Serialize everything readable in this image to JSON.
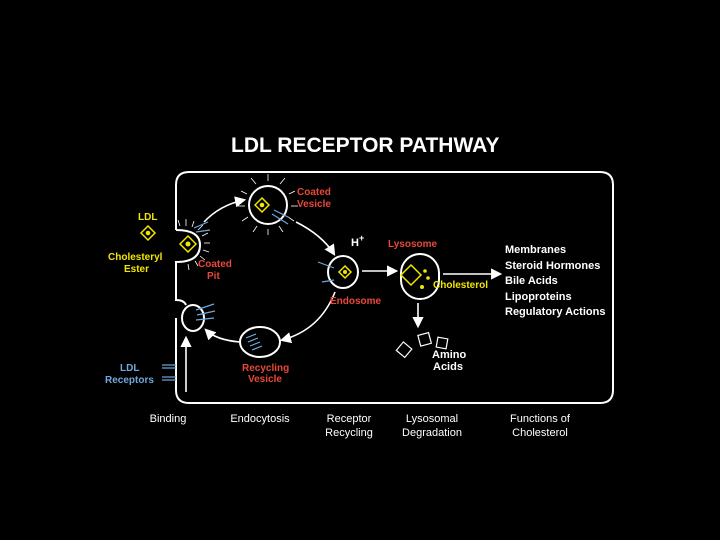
{
  "title": "LDL RECEPTOR PATHWAY",
  "labels": {
    "ldl": "LDL",
    "cholesteryl_ester_1": "Cholesteryl",
    "cholesteryl_ester_2": "Ester",
    "coated_pit_1": "Coated",
    "coated_pit_2": "Pit",
    "coated_vesicle_1": "Coated",
    "coated_vesicle_2": "Vesicle",
    "h_plus": "H",
    "h_plus_sup": "+",
    "lysosome": "Lysosome",
    "endosome": "Endosome",
    "cholesterol": "Cholesterol",
    "amino_1": "Amino",
    "amino_2": "Acids",
    "recycling_vesicle_1": "Recycling",
    "recycling_vesicle_2": "Vesicle",
    "ldl_receptors_1": "LDL",
    "ldl_receptors_2": "Receptors"
  },
  "functions": [
    "Membranes",
    "Steroid Hormones",
    "Bile Acids",
    "Lipoproteins",
    "Regulatory Actions"
  ],
  "stages": [
    {
      "line1": "Binding",
      "line2": ""
    },
    {
      "line1": "Endocytosis",
      "line2": ""
    },
    {
      "line1": "Receptor",
      "line2": "Recycling"
    },
    {
      "line1": "Lysosomal",
      "line2": "Degradation"
    },
    {
      "line1": "Functions of",
      "line2": "Cholesterol"
    }
  ],
  "colors": {
    "background": "#000000",
    "red_labels": "#e8483a",
    "yellow_ldl": "#f3e600",
    "blue_receptors": "#6fa8dc"
  }
}
